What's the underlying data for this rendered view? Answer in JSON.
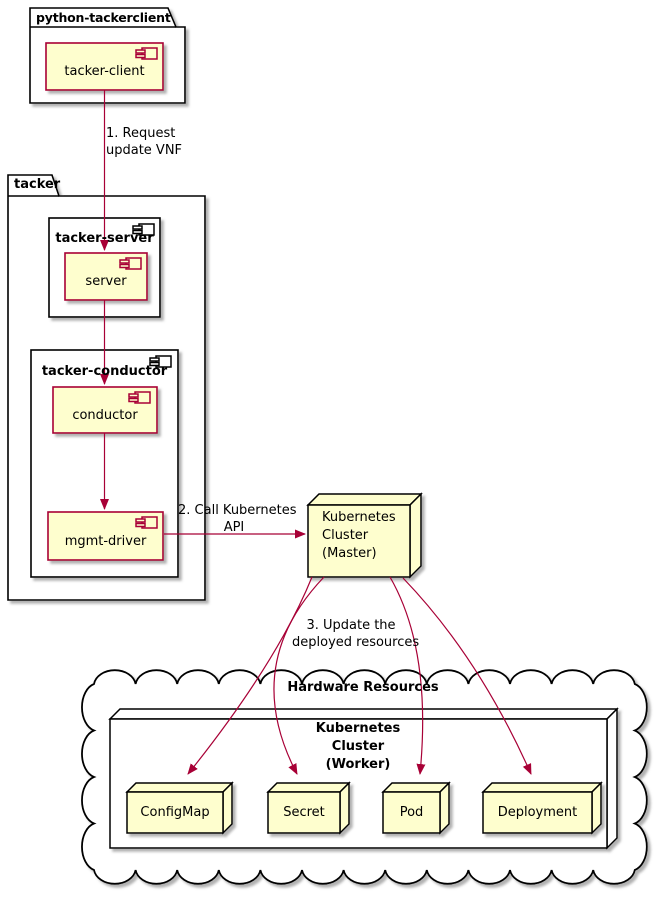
{
  "packages": {
    "client": {
      "label": "python-tackerclient"
    },
    "tacker": {
      "label": "tacker"
    }
  },
  "components": {
    "tacker_client": {
      "label": "tacker-client"
    },
    "tacker_server": {
      "label": "tacker-server"
    },
    "server": {
      "label": "server"
    },
    "tacker_conductor": {
      "label": "tacker-conductor"
    },
    "conductor": {
      "label": "conductor"
    },
    "mgmt_driver": {
      "label": "mgmt-driver"
    }
  },
  "nodes": {
    "master": {
      "line1": "Kubernetes",
      "line2": "Cluster",
      "line3": "(Master)"
    },
    "worker": {
      "line1": "Kubernetes",
      "line2": "Cluster",
      "line3": "(Worker)"
    },
    "configmap": {
      "label": "ConfigMap"
    },
    "secret": {
      "label": "Secret"
    },
    "pod": {
      "label": "Pod"
    },
    "deployment": {
      "label": "Deployment"
    }
  },
  "cloud": {
    "label": "Hardware Resources"
  },
  "edges": {
    "e1": {
      "line1": "1. Request",
      "line2": "update VNF"
    },
    "e2": {
      "line1": "2. Call Kubernetes",
      "line2": "API"
    },
    "e3": {
      "line1": "3. Update the",
      "line2": "deployed resources"
    }
  },
  "colors": {
    "component_fill": "#FEFECE",
    "component_border": "#A80036",
    "arrow_color": "#A80036",
    "node_border": "#000000",
    "bg": "#FFFFFF"
  }
}
